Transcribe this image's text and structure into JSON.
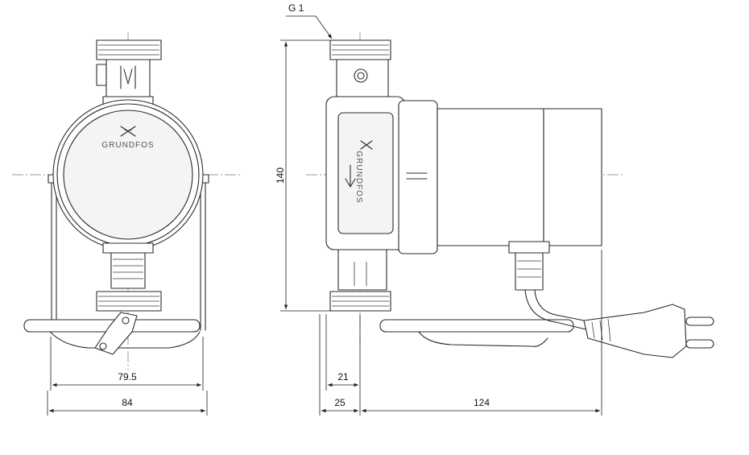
{
  "labels": {
    "thread": "G 1",
    "height": "140",
    "width_inner": "79.5",
    "width_outer": "84",
    "port_inner": "21",
    "port_outer": "25",
    "length": "124"
  },
  "brand": {
    "front": "GRUNDFOS",
    "side": "GRUNDFOS"
  },
  "colors": {
    "line": "#2b2b2b",
    "centerline": "#777777"
  }
}
